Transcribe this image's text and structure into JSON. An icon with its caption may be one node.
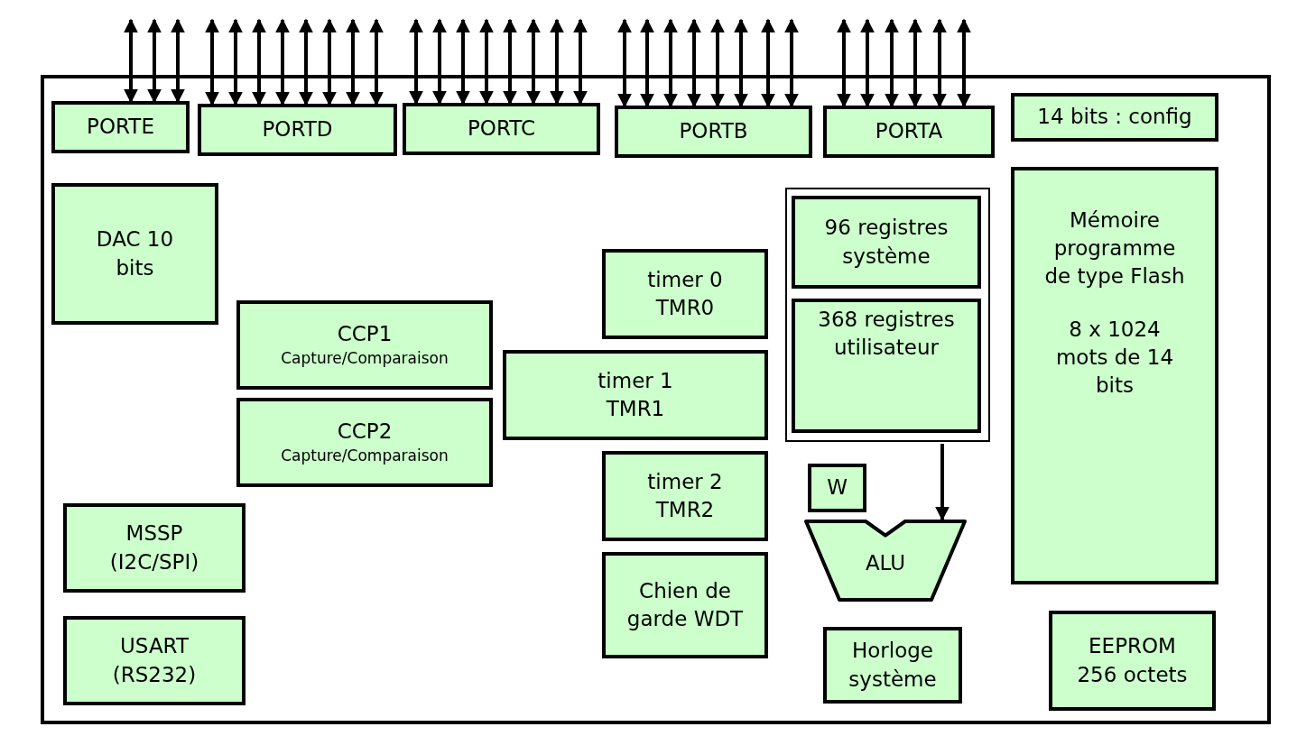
{
  "diagram": {
    "nodes": [
      {
        "text": [],
        "shape": "box"
      },
      {
        "text": [
          "PORTE"
        ],
        "in": 0
      },
      {
        "text": [
          "PORTD"
        ],
        "in": 0
      },
      {
        "text": [
          "PORTC"
        ],
        "in": 0
      },
      {
        "text": [
          "PORTB"
        ],
        "in": 0
      },
      {
        "text": [
          "PORTA"
        ],
        "in": 0
      },
      {
        "text": [
          "14 bits : config"
        ],
        "in": 0
      },
      {
        "text": [
          "DAC 10 bits"
        ],
        "in": 0
      },
      {
        "text": [
          "CCP1",
          "Capture/Comparaison"
        ],
        "in": 0
      },
      {
        "text": [
          "CCP2",
          "Capture/Comparaison"
        ],
        "in": 0
      },
      {
        "text": [
          "timer 0 TMR0"
        ],
        "in": 0
      },
      {
        "text": [
          "timer 1 TMR1"
        ],
        "in": 0
      },
      {
        "text": [
          "timer 2 TMR2"
        ],
        "in": 0
      },
      {
        "text": [
          "Chien de garde WDT"
        ],
        "in": 0
      },
      {
        "text": [],
        "shape": "box",
        "in": 0
      },
      {
        "text": [
          "96 registres système"
        ],
        "in": 14
      },
      {
        "text": [
          "368 registres utilisateur"
        ],
        "in": 14
      },
      {
        "text": [
          "W"
        ],
        "in": 0
      },
      {
        "text": [
          "ALU"
        ],
        "in": 0
      },
      {
        "text": [
          "Horloge système"
        ],
        "in": 0
      },
      {
        "text": [
          "Mémoire programme de type Flash",
          "8 x 1024 mots de 14 bits"
        ],
        "in": 0
      },
      {
        "text": [
          "MSSP (I2C/SPI)"
        ],
        "in": 0
      },
      {
        "text": [
          "USART (RS232)"
        ],
        "in": 0
      },
      {
        "text": [
          "EEPROM 256 octets"
        ],
        "in": 0
      }
    ],
    "edges": [
      {
        "from": null,
        "to": 1,
        "arrow": "both"
      },
      {
        "from": null,
        "to": 1,
        "arrow": "both"
      },
      {
        "from": null,
        "to": 1,
        "arrow": "both"
      },
      {
        "from": null,
        "to": 2,
        "arrow": "both"
      },
      {
        "from": null,
        "to": 2,
        "arrow": "both"
      },
      {
        "from": null,
        "to": 2,
        "arrow": "both"
      },
      {
        "from": null,
        "to": 2,
        "arrow": "both"
      },
      {
        "from": null,
        "to": 2,
        "arrow": "both"
      },
      {
        "from": null,
        "to": 2,
        "arrow": "both"
      },
      {
        "from": null,
        "to": 2,
        "arrow": "both"
      },
      {
        "from": null,
        "to": 2,
        "arrow": "both"
      },
      {
        "from": null,
        "to": 3,
        "arrow": "both"
      },
      {
        "from": null,
        "to": 3,
        "arrow": "both"
      },
      {
        "from": null,
        "to": 3,
        "arrow": "both"
      },
      {
        "from": null,
        "to": 3,
        "arrow": "both"
      },
      {
        "from": null,
        "to": 3,
        "arrow": "both"
      },
      {
        "from": null,
        "to": 3,
        "arrow": "both"
      },
      {
        "from": null,
        "to": 3,
        "arrow": "both"
      },
      {
        "from": null,
        "to": 3,
        "arrow": "both"
      },
      {
        "from": null,
        "to": 4,
        "arrow": "both"
      },
      {
        "from": null,
        "to": 4,
        "arrow": "both"
      },
      {
        "from": null,
        "to": 4,
        "arrow": "both"
      },
      {
        "from": null,
        "to": 4,
        "arrow": "both"
      },
      {
        "from": null,
        "to": 4,
        "arrow": "both"
      },
      {
        "from": null,
        "to": 4,
        "arrow": "both"
      },
      {
        "from": null,
        "to": 4,
        "arrow": "both"
      },
      {
        "from": null,
        "to": 4,
        "arrow": "both"
      },
      {
        "from": null,
        "to": 5,
        "arrow": "both"
      },
      {
        "from": null,
        "to": 5,
        "arrow": "both"
      },
      {
        "from": null,
        "to": 5,
        "arrow": "both"
      },
      {
        "from": null,
        "to": 5,
        "arrow": "both"
      },
      {
        "from": null,
        "to": 5,
        "arrow": "both"
      },
      {
        "from": null,
        "to": 5,
        "arrow": "both"
      },
      {
        "from": 14,
        "to": 18,
        "arrow": "to"
      }
    ]
  }
}
